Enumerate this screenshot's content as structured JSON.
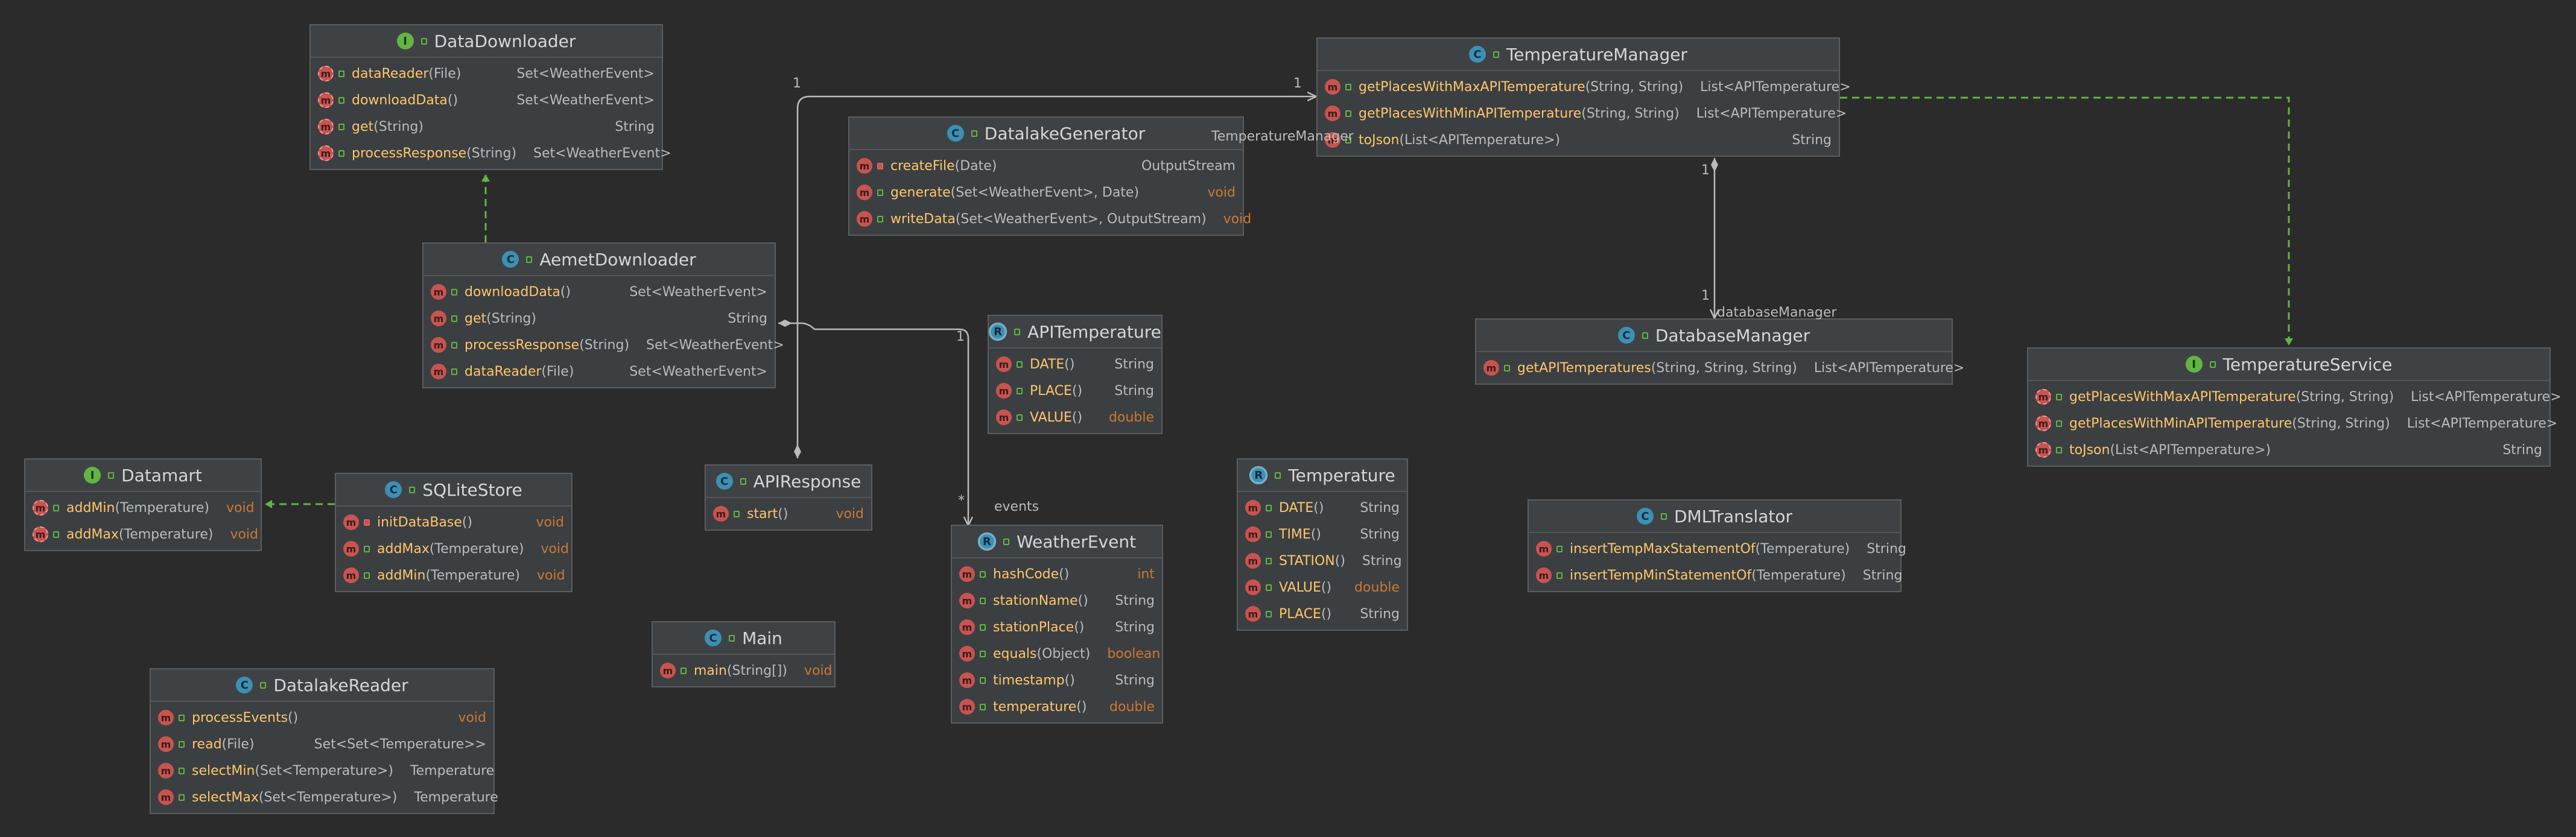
{
  "diagram": {
    "classes": [
      {
        "id": "DataDownloader",
        "kind": "interface",
        "name": "DataDownloader",
        "members": [
          {
            "name": "dataReader",
            "params": "(File)",
            "type": "Set<WeatherEvent>",
            "icon": "abstract"
          },
          {
            "name": "downloadData",
            "params": " ()",
            "type": "Set<WeatherEvent>",
            "icon": "abstract"
          },
          {
            "name": "get",
            "params": "(String)",
            "type": "String",
            "icon": "abstract"
          },
          {
            "name": "processResponse",
            "params": "(String)",
            "type": "Set<WeatherEvent>",
            "icon": "abstract"
          }
        ]
      },
      {
        "id": "AemetDownloader",
        "kind": "class",
        "name": "AemetDownloader",
        "members": [
          {
            "name": "downloadData",
            "params": " ()",
            "type": "Set<WeatherEvent>",
            "icon": "method"
          },
          {
            "name": "get",
            "params": "(String)",
            "type": "String",
            "icon": "method"
          },
          {
            "name": "processResponse",
            "params": "(String)",
            "type": "Set<WeatherEvent>",
            "icon": "method"
          },
          {
            "name": "dataReader",
            "params": "(File)",
            "type": "Set<WeatherEvent>",
            "icon": "method"
          }
        ]
      },
      {
        "id": "DatalakeGenerator",
        "kind": "class",
        "name": "DatalakeGenerator",
        "members": [
          {
            "name": "createFile",
            "params": "(Date)",
            "type": "OutputStream",
            "icon": "method",
            "private": true
          },
          {
            "name": "generate",
            "params": "(Set<WeatherEvent>, Date)",
            "type": "void",
            "icon": "method"
          },
          {
            "name": "writeData",
            "params": " (Set<WeatherEvent>, OutputStream)",
            "type": "void",
            "icon": "method"
          }
        ]
      },
      {
        "id": "TemperatureManager",
        "kind": "class",
        "name": "TemperatureManager",
        "members": [
          {
            "name": "getPlacesWithMaxAPITemperature",
            "params": "(String, String)",
            "type": "List<APITemperature>",
            "icon": "method"
          },
          {
            "name": "getPlacesWithMinAPITemperature",
            "params": "(String, String)",
            "type": "List<APITemperature>",
            "icon": "method"
          },
          {
            "name": "toJson",
            "params": "(List<APITemperature>)",
            "type": "String",
            "icon": "method"
          }
        ]
      },
      {
        "id": "APITemperature",
        "kind": "record",
        "name": "APITemperature",
        "members": [
          {
            "name": "DATE",
            "params": "()",
            "type": "String",
            "icon": "method"
          },
          {
            "name": "PLACE",
            "params": "()",
            "type": "String",
            "icon": "method"
          },
          {
            "name": "VALUE",
            "params": "()",
            "type": "double",
            "icon": "method"
          }
        ]
      },
      {
        "id": "DatabaseManager",
        "kind": "class",
        "name": "DatabaseManager",
        "members": [
          {
            "name": "getAPITemperatures",
            "params": "(String, String, String)",
            "type": "List<APITemperature>",
            "icon": "method"
          }
        ]
      },
      {
        "id": "TemperatureService",
        "kind": "interface",
        "name": "TemperatureService",
        "members": [
          {
            "name": "getPlacesWithMaxAPITemperature",
            "params": "(String, String)",
            "type": "List<APITemperature>",
            "icon": "abstract"
          },
          {
            "name": "getPlacesWithMinAPITemperature",
            "params": "(String, String)",
            "type": "List<APITemperature>",
            "icon": "abstract"
          },
          {
            "name": "toJson",
            "params": "(List<APITemperature>)",
            "type": "String",
            "icon": "abstract"
          }
        ]
      },
      {
        "id": "Datamart",
        "kind": "interface",
        "name": "Datamart",
        "members": [
          {
            "name": "addMin",
            "params": "(Temperature)",
            "type": "void",
            "icon": "abstract"
          },
          {
            "name": "addMax",
            "params": "(Temperature)",
            "type": "void",
            "icon": "abstract"
          }
        ]
      },
      {
        "id": "SQLiteStore",
        "kind": "class",
        "name": "SQLiteStore",
        "members": [
          {
            "name": "initDataBase",
            "params": " ()",
            "type": "void",
            "icon": "method",
            "private": true
          },
          {
            "name": "addMax",
            "params": "(Temperature)",
            "type": "void",
            "icon": "method"
          },
          {
            "name": "addMin",
            "params": "(Temperature)",
            "type": "void",
            "icon": "method"
          }
        ]
      },
      {
        "id": "APIResponse",
        "kind": "class",
        "name": "APIResponse",
        "members": [
          {
            "name": "start",
            "params": "()",
            "type": "void",
            "icon": "method"
          }
        ]
      },
      {
        "id": "WeatherEvent",
        "kind": "record",
        "name": "WeatherEvent",
        "members": [
          {
            "name": "hashCode",
            "params": "()",
            "type": "int",
            "icon": "method"
          },
          {
            "name": "stationName",
            "params": "()",
            "type": "String",
            "icon": "method"
          },
          {
            "name": "stationPlace",
            "params": "()",
            "type": "String",
            "icon": "method"
          },
          {
            "name": "equals",
            "params": "(Object)",
            "type": "boolean",
            "icon": "method"
          },
          {
            "name": "timestamp",
            "params": "()",
            "type": "String",
            "icon": "method"
          },
          {
            "name": "temperature",
            "params": "()",
            "type": "double",
            "icon": "method"
          }
        ]
      },
      {
        "id": "Temperature",
        "kind": "record",
        "name": "Temperature",
        "members": [
          {
            "name": "DATE",
            "params": " ()",
            "type": "String",
            "icon": "method"
          },
          {
            "name": "TIME",
            "params": "()",
            "type": "String",
            "icon": "method"
          },
          {
            "name": "STATION",
            "params": "()",
            "type": "String",
            "icon": "method"
          },
          {
            "name": "VALUE",
            "params": " ()",
            "type": "double",
            "icon": "method"
          },
          {
            "name": "PLACE",
            "params": "()",
            "type": "String",
            "icon": "method"
          }
        ]
      },
      {
        "id": "DMLTranslator",
        "kind": "class",
        "name": "DMLTranslator",
        "members": [
          {
            "name": "insertTempMaxStatementOf",
            "params": "(Temperature)",
            "type": "String",
            "icon": "static"
          },
          {
            "name": "insertTempMinStatementOf",
            "params": "(Temperature)",
            "type": "String",
            "icon": "static"
          }
        ]
      },
      {
        "id": "Main",
        "kind": "class",
        "name": "Main",
        "members": [
          {
            "name": "main",
            "params": "(String[])",
            "type": "void",
            "icon": "static"
          }
        ]
      },
      {
        "id": "DatalakeReader",
        "kind": "class",
        "name": "DatalakeReader",
        "members": [
          {
            "name": "processEvents",
            "params": "()",
            "type": "void",
            "icon": "method"
          },
          {
            "name": "read",
            "params": "(File)",
            "type": "Set<Set<Temperature>>",
            "icon": "method"
          },
          {
            "name": "selectMin",
            "params": "(Set<Temperature>)",
            "type": "Temperature",
            "icon": "method"
          },
          {
            "name": "selectMax",
            "params": "(Set<Temperature>)",
            "type": "Temperature",
            "icon": "method"
          }
        ]
      }
    ],
    "labels": {
      "mult_manager_left": "1",
      "mult_manager_right": "1",
      "role_temperature_manager": "TemperatureManager",
      "mult_weather_1": "1",
      "mult_weather_star": "*",
      "role_events": "events",
      "mult_db_1": "1",
      "mult_db_2": "1",
      "role_database_manager": "databaseManager"
    },
    "colors": {
      "background": "#2b2b2b",
      "box": "#3c3f41",
      "method_name": "#ffc66d",
      "primitive_type": "#cc7832",
      "class_icon": "#3d8fb3",
      "interface_icon": "#62b543",
      "method_icon": "#c75450",
      "realization_arrow": "#62b543",
      "association_line": "#bbbbbb"
    }
  }
}
